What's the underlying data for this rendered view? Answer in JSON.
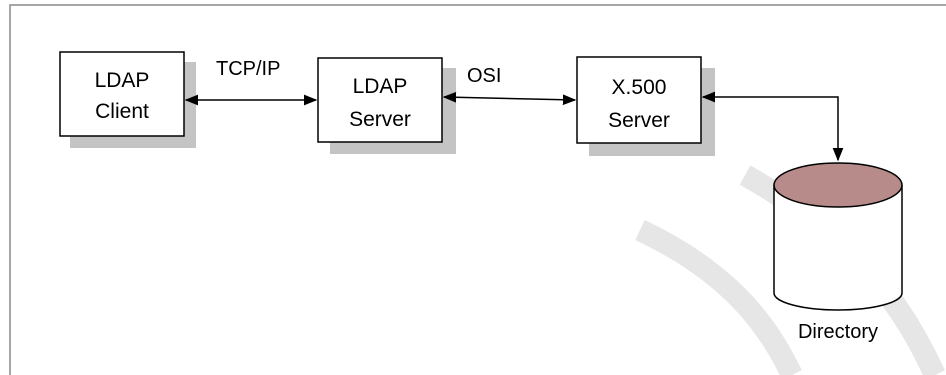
{
  "diagram": {
    "nodes": {
      "ldap_client": {
        "line1": "LDAP",
        "line2": "Client"
      },
      "ldap_server": {
        "line1": "LDAP",
        "line2": "Server"
      },
      "x500_server": {
        "line1": "X.500",
        "line2": "Server"
      },
      "directory": {
        "label": "Directory"
      }
    },
    "edges": {
      "client_to_server": {
        "label": "TCP/IP"
      },
      "ldap_to_x500": {
        "label": "OSI"
      },
      "x500_to_directory": {
        "label": ""
      }
    }
  },
  "colors": {
    "box_fill": "#ffffff",
    "box_stroke": "#000000",
    "shadow": "#c4c4c4",
    "cylinder_top": "#b88b8b",
    "cylinder_body": "#ffffff",
    "frame": "#8a8a8a",
    "watermark": "#e6e6e6"
  }
}
